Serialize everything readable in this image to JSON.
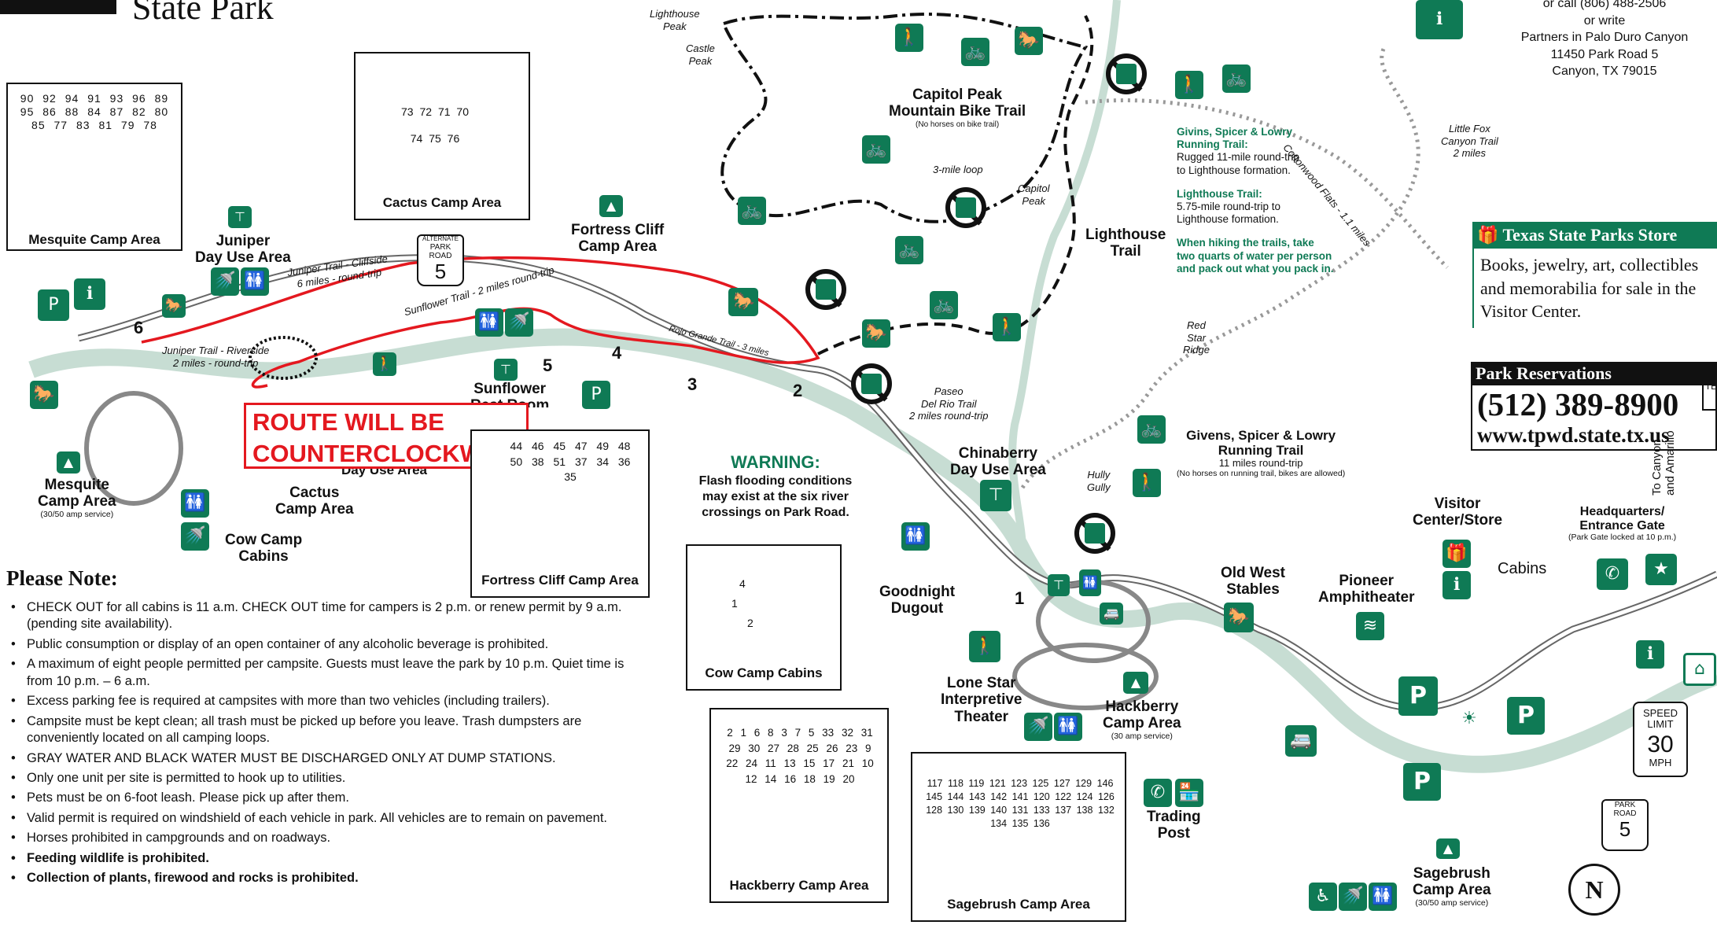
{
  "header": {
    "state_park": "State Park"
  },
  "contact": {
    "call": "or call (806) 488-2506",
    "write": "or write",
    "org": "Partners in Palo Duro Canyon",
    "street": "11450 Park Road 5",
    "city": "Canyon, TX  79015"
  },
  "store": {
    "title": "Texas State Parks Store",
    "body": "Books, jewelry, art, collectibles and memorabilia for sale in the Visitor Center."
  },
  "reservations": {
    "title": "Park Reservations",
    "phone": "(512) 389-8900",
    "web": "www.tpwd.state.tx.us"
  },
  "warning_box": {
    "line1": "ROUTE WILL BE",
    "line2": "COUNTERCLOCKWISE"
  },
  "flood_warning": {
    "title": "WARNING:",
    "l1": "Flash flooding conditions",
    "l2": "may exist at the six river",
    "l3": "crossings on Park Road."
  },
  "trail_info": {
    "gsl_title": "Givins, Spicer & Lowry Running Trail:",
    "gsl_desc1": "Rugged 11-mile round-trip",
    "gsl_desc2": "to Lighthouse formation.",
    "lh_title": "Lighthouse Trail:",
    "lh_desc1": "5.75-mile round-trip to",
    "lh_desc2": "Lighthouse formation.",
    "water1": "When hiking the trails, take",
    "water2": "two quarts of water per person",
    "water3": "and pack out what you pack in."
  },
  "labels": {
    "capitol_mtb1": "Capitol Peak",
    "capitol_mtb2": "Mountain Bike Trail",
    "capitol_mtb_note": "(No horses on bike trail)",
    "lighthouse_trail1": "Lighthouse",
    "lighthouse_trail2": "Trail",
    "lighthouse_peak1": "Lighthouse",
    "lighthouse_peak2": "Peak",
    "castle_peak1": "Castle",
    "castle_peak2": "Peak",
    "capitol_peak1": "Capitol",
    "capitol_peak2": "Peak",
    "three_mile": "3-mile loop",
    "cottonwood": "Cottonwood Flats - 1.1 miles",
    "little_fox1": "Little Fox",
    "little_fox2": "Canyon Trail",
    "little_fox3": "2 miles",
    "red_star1": "Red",
    "red_star2": "Star",
    "red_star3": "Ridge",
    "hully1": "Hully",
    "hully2": "Gully",
    "paseo1": "Paseo",
    "paseo2": "Del Rio Trail",
    "paseo3": "2 miles round-trip",
    "gsl_run1": "Givens, Spicer & Lowry",
    "gsl_run2": "Running Trail",
    "gsl_run3": "11 miles round-trip",
    "gsl_run_note": "(No horses on running trail, bikes are allowed)",
    "chinaberry1": "Chinaberry",
    "chinaberry2": "Day Use Area",
    "goodnight1": "Goodnight",
    "goodnight2": "Dugout",
    "lonestar1": "Lone Star",
    "lonestar2": "Interpretive",
    "lonestar3": "Theater",
    "hackberry1": "Hackberry",
    "hackberry2": "Camp Area",
    "hackberry_note": "(30 amp service)",
    "oldwest1": "Old West",
    "oldwest2": "Stables",
    "pioneer1": "Pioneer",
    "pioneer2": "Amphitheater",
    "visitor1": "Visitor",
    "visitor2": "Center/Store",
    "cabins": "Cabins",
    "hq1": "Headquarters/",
    "hq2": "Entrance Gate",
    "hq_note": "(Park Gate locked at 10 p.m.)",
    "to_canyon1": "To Canyon",
    "to_canyon2": "and Amarillo",
    "trading1": "Trading",
    "trading2": "Post",
    "sagebrush1": "Sagebrush",
    "sagebrush2": "Camp Area",
    "sagebrush_note": "(30/50 amp service)",
    "juniper1": "Juniper",
    "juniper2": "Day Use Area",
    "juniper_cliff1": "Juniper Trail - Cliffside",
    "juniper_cliff2": "6 miles - round-trip",
    "juniper_river1": "Juniper Trail - Riverside",
    "juniper_river2": "2 miles - round-trip",
    "sunflower_trail": "Sunflower Trail - 2 miles round-trip",
    "rojo_grande": "Rojo Grande Trail - 3 miles",
    "fortress1": "Fortress Cliff",
    "fortress2": "Camp Area",
    "sunflower_rr1": "Sunflower",
    "sunflower_rr2": "Rest Room",
    "day_use_area": "Day Use Area",
    "cactus1": "Cactus",
    "cactus2": "Camp Area",
    "cowcamp1": "Cow Camp",
    "cowcamp2": "Cabins",
    "mesquite1": "Mesquite",
    "mesquite2": "Camp Area",
    "mesquite_note": "(30/50 amp service)",
    "alt_park1": "ALTERNATE",
    "alt_park2": "PARK",
    "alt_park3": "ROAD",
    "alt_park_num": "5",
    "speed_title1": "SPEED",
    "speed_title2": "LIMIT",
    "speed_value": "30",
    "speed_unit": "MPH",
    "parkroad1": "PARK",
    "parkroad2": "ROAD",
    "parkroad_num": "5",
    "north": "N",
    "sign_tx": "TE"
  },
  "crossings": [
    "1",
    "2",
    "3",
    "4",
    "5",
    "6"
  ],
  "insets": {
    "mesquite": {
      "title": "Mesquite Camp Area",
      "sites": [
        "90",
        "92",
        "94",
        "91",
        "93",
        "96",
        "89",
        "95",
        "86",
        "88",
        "84",
        "87",
        "82",
        "80",
        "85",
        "77",
        "83",
        "81",
        "79",
        "78"
      ]
    },
    "cactus": {
      "title": "Cactus Camp Area",
      "sites": [
        "73",
        "72",
        "71",
        "70",
        "74",
        "75",
        "76"
      ]
    },
    "fortress": {
      "title": "Fortress Cliff Camp Area",
      "sites": [
        "44",
        "46",
        "45",
        "47",
        "49",
        "48",
        "50",
        "38",
        "51",
        "37",
        "34",
        "36",
        "35"
      ]
    },
    "cowcamp": {
      "title": "Cow Camp Cabins",
      "sites": [
        "4",
        "1",
        "2"
      ]
    },
    "hackberry": {
      "title": "Hackberry Camp Area",
      "sites": [
        "2",
        "1",
        "6",
        "8",
        "3",
        "7",
        "5",
        "33",
        "32",
        "31",
        "29",
        "30",
        "27",
        "28",
        "25",
        "26",
        "23",
        "9",
        "22",
        "24",
        "11",
        "13",
        "15",
        "17",
        "21",
        "10",
        "12",
        "14",
        "16",
        "18",
        "19",
        "20"
      ]
    },
    "sagebrush": {
      "title": "Sagebrush Camp Area",
      "sites": [
        "117",
        "118",
        "119",
        "121",
        "123",
        "125",
        "127",
        "129",
        "146",
        "145",
        "144",
        "143",
        "142",
        "141",
        "120",
        "122",
        "124",
        "126",
        "128",
        "130",
        "139",
        "140",
        "131",
        "133",
        "137",
        "138",
        "132",
        "134",
        "135",
        "136"
      ]
    }
  },
  "notes": {
    "title": "Please Note:",
    "items": [
      "CHECK OUT for all cabins is 11 a.m.  CHECK OUT time for campers is 2 p.m. or renew permit by 9 a.m. (pending site availability).",
      "Public consumption or display of an open container of any alcoholic beverage is prohibited.",
      "A maximum of eight people permitted per campsite.  Guests must leave the park by 10 p.m. Quiet time is from 10 p.m. – 6 a.m.",
      "Excess parking fee is required at campsites with more than two vehicles (including trailers).",
      "Campsite must be kept clean; all trash must be picked up before you leave.  Trash dumpsters are conveniently located on all camping loops.",
      "GRAY WATER AND BLACK WATER MUST BE DISCHARGED ONLY AT DUMP STATIONS.",
      "Only one unit per site is permitted to hook up to utilities.",
      "Pets must be on 6-foot leash.  Please pick up after them.",
      "Valid permit is required on windshield of each vehicle in park.   All vehicles are to remain on pavement.",
      "Horses prohibited in campgrounds and on roadways.",
      "Feeding wildlife is prohibited.",
      "Collection of plants, firewood and rocks is prohibited."
    ]
  },
  "colors": {
    "park_green": "#0f7a55",
    "river": "#c7ddd3",
    "route_red": "#e4181f"
  },
  "icons": {
    "hiker": "hiker-icon",
    "bike": "bicycle-icon",
    "horse": "horse-icon",
    "no_horse": "no-horses-icon",
    "picnic": "picnic-table-icon",
    "restroom": "restroom-icon",
    "shower": "shower-icon",
    "camping": "tent-camping-icon",
    "parking": "parking-icon",
    "info": "information-icon",
    "phone": "telephone-icon",
    "star": "star-icon",
    "accessible": "accessible-icon"
  }
}
